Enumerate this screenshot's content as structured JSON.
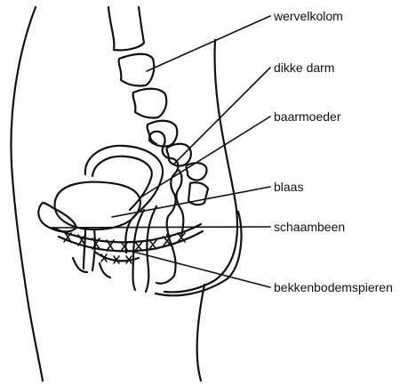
{
  "diagram": {
    "labels": {
      "spine": "wervelkolom",
      "colon": "dikke darm",
      "uterus": "baarmoeder",
      "bladder": "blaas",
      "pubic_bone": "schaambeen",
      "pelvic_floor": "bekkenbodemspieren"
    }
  }
}
